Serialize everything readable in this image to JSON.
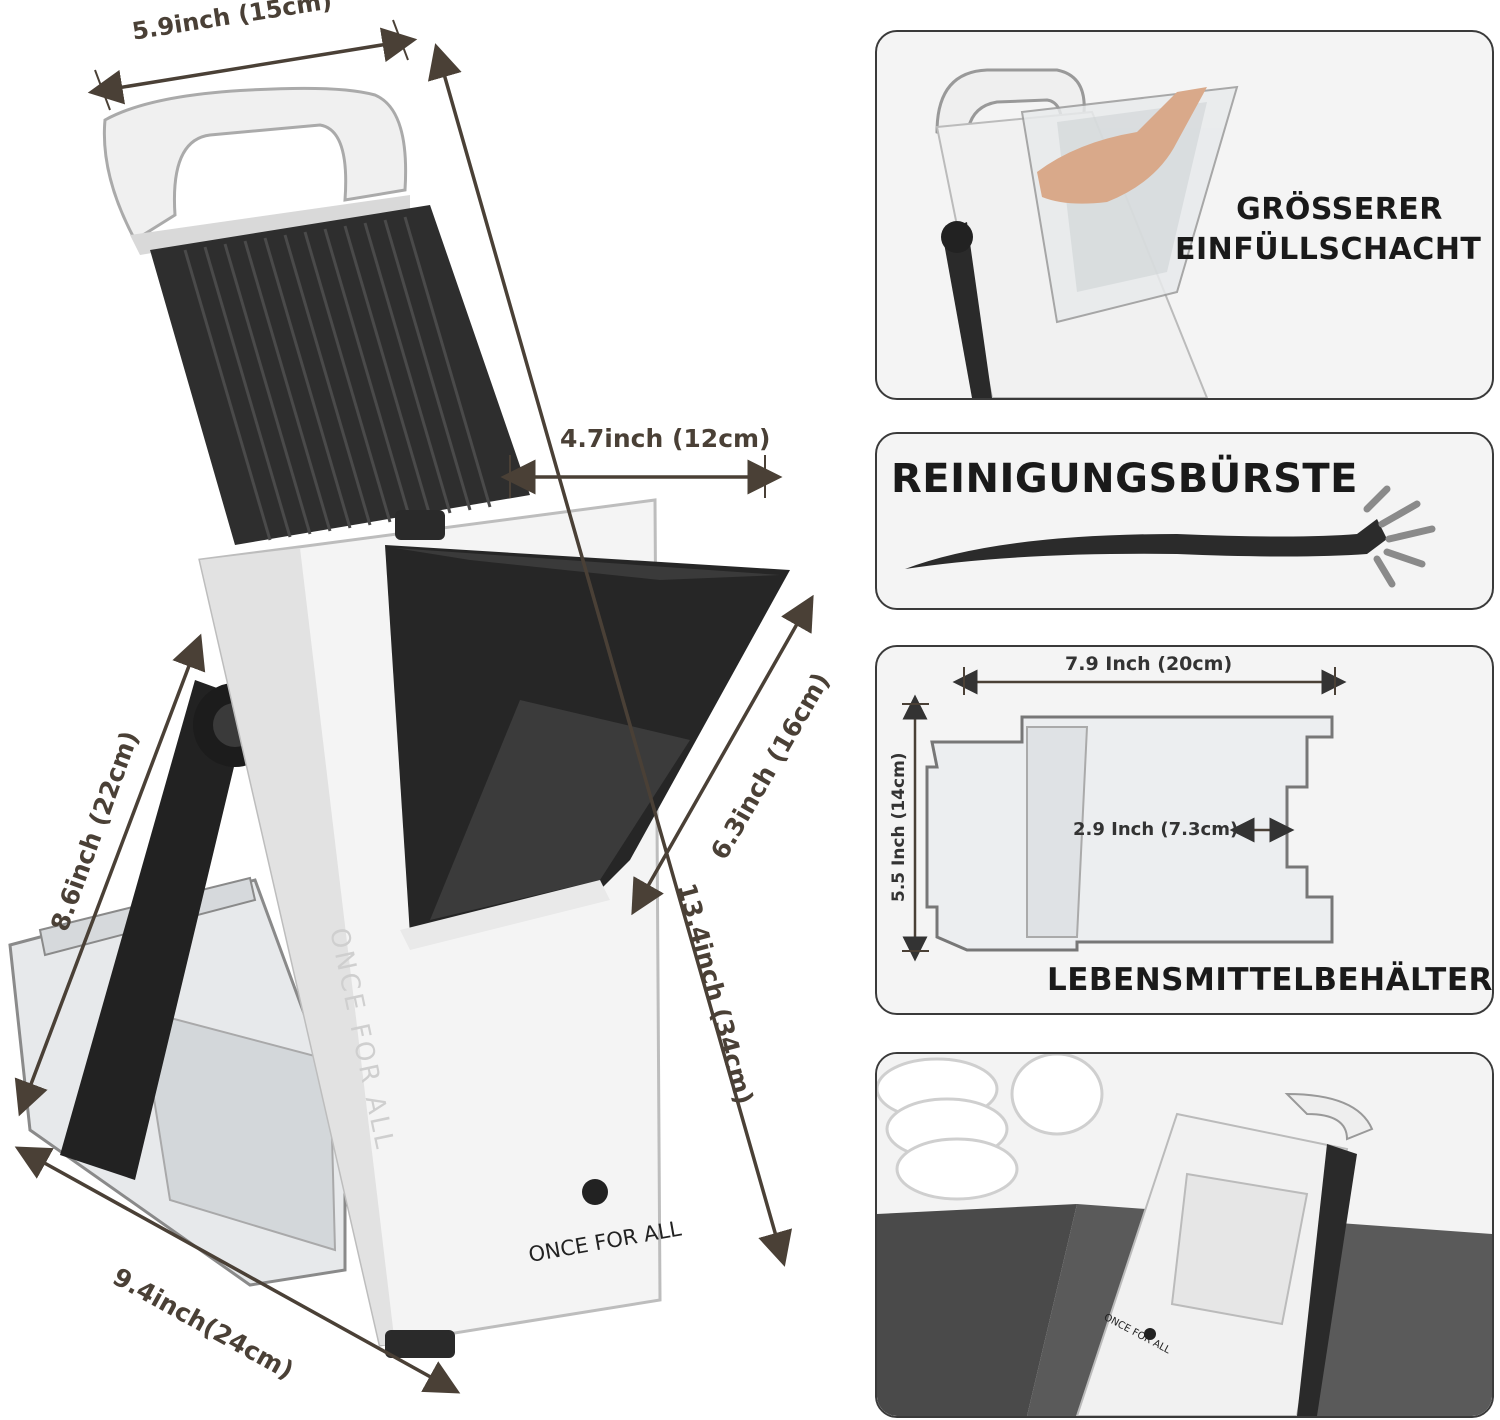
{
  "main_product": {
    "brand": "ONCE FOR ALL",
    "dimensions": {
      "top_width": "5.9inch (15cm)",
      "hopper_width": "4.7inch (12cm)",
      "hopper_height": "6.3inch (16cm)",
      "total_height": "13.4inch (34cm)",
      "leg_length": "8.6inch (22cm)",
      "base_depth": "9.4inch(24cm)"
    }
  },
  "panels": {
    "hopper": {
      "caption_line1": "GRÖSSERER",
      "caption_line2": "EINFÜLLSCHACHT"
    },
    "brush": {
      "caption": "REINIGUNGSBÜRSTE"
    },
    "container": {
      "caption": "LEBENSMITTELBEHÄLTER",
      "width_label": "7.9 Inch (20cm)",
      "height_label": "5.5 Inch (14cm)",
      "inner_label": "2.9 Inch (7.3cm)"
    },
    "drawer": {
      "brand": "ONCE FOR ALL"
    }
  },
  "colors": {
    "dimension_line": "#4a4036",
    "panel_border": "#3a3a3a",
    "product_dark": "#2b2b2b",
    "product_light": "#f2f2f2"
  }
}
